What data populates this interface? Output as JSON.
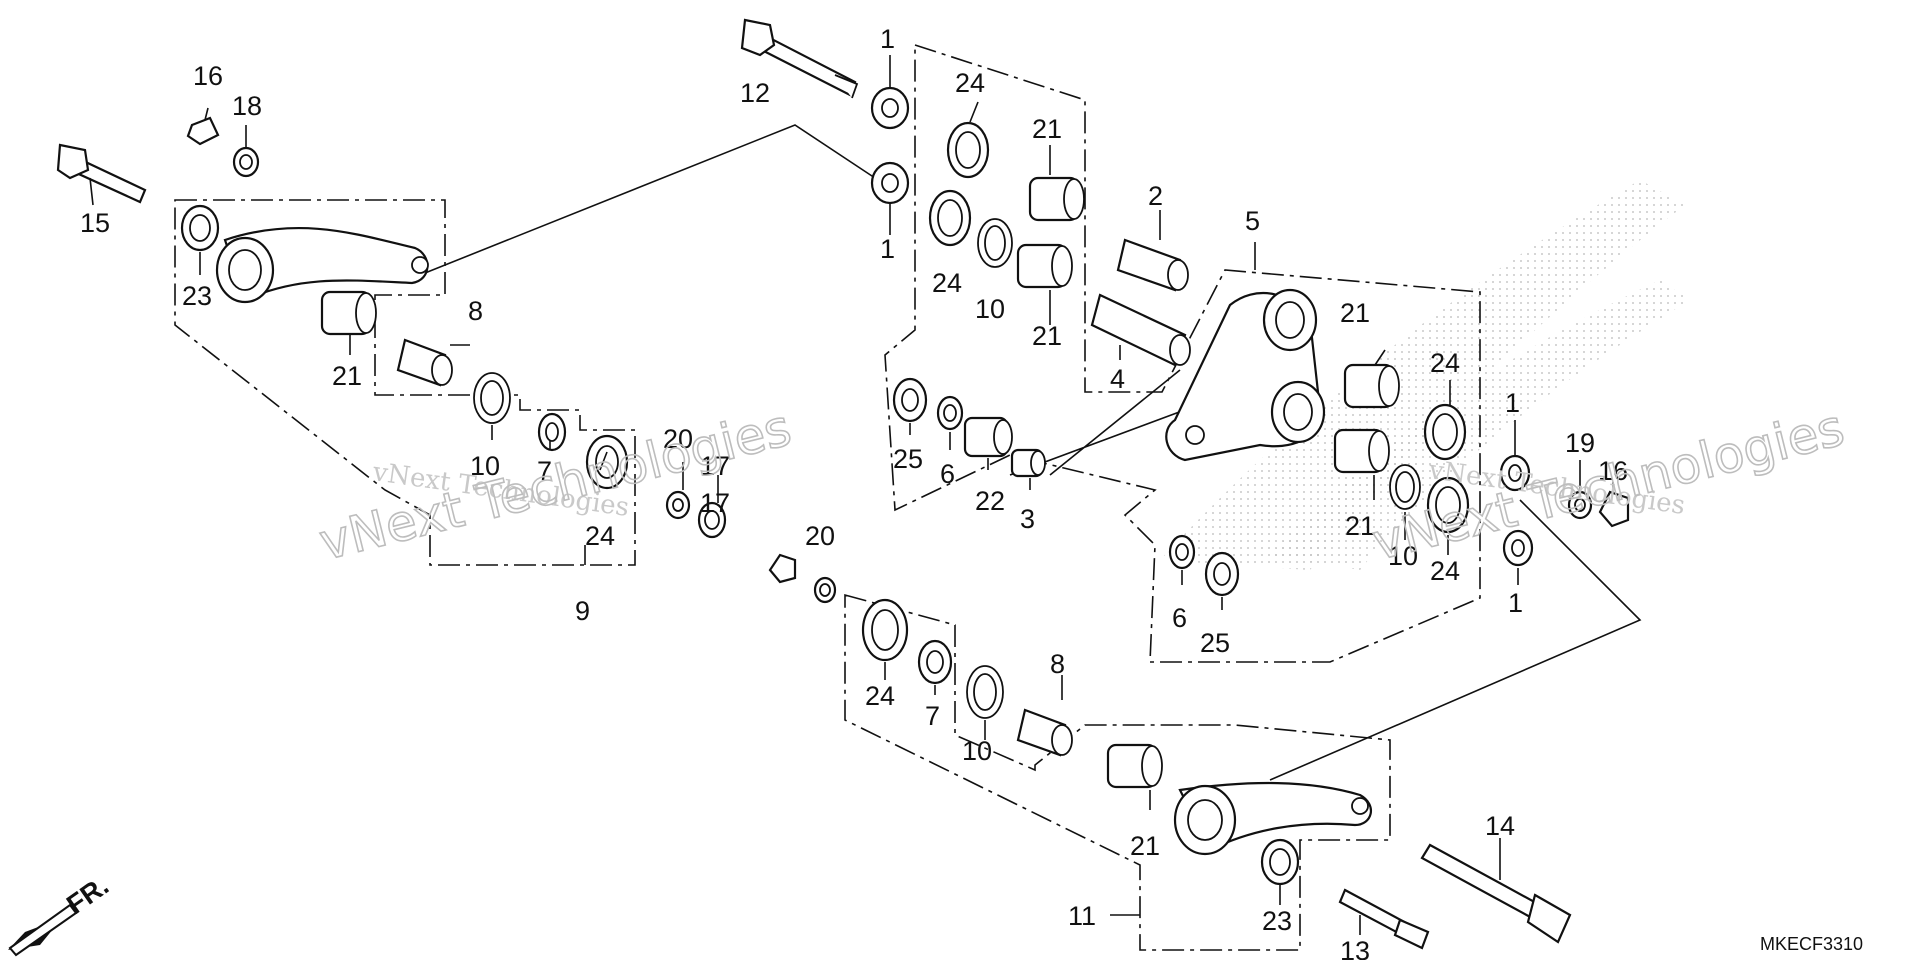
{
  "diagram": {
    "code": "MKECF3310",
    "front_label": "FR.",
    "watermark": "vNext Technologies",
    "callouts": [
      {
        "id": "c1a",
        "text": "1"
      },
      {
        "id": "c1b",
        "text": "1"
      },
      {
        "id": "c1c",
        "text": "1"
      },
      {
        "id": "c1d",
        "text": "1"
      },
      {
        "id": "c2",
        "text": "2"
      },
      {
        "id": "c3",
        "text": "3"
      },
      {
        "id": "c4",
        "text": "4"
      },
      {
        "id": "c5",
        "text": "5"
      },
      {
        "id": "c6a",
        "text": "6"
      },
      {
        "id": "c6b",
        "text": "6"
      },
      {
        "id": "c7a",
        "text": "7"
      },
      {
        "id": "c7b",
        "text": "7"
      },
      {
        "id": "c8a",
        "text": "8"
      },
      {
        "id": "c8b",
        "text": "8"
      },
      {
        "id": "c9",
        "text": "9"
      },
      {
        "id": "c10a",
        "text": "10"
      },
      {
        "id": "c10b",
        "text": "10"
      },
      {
        "id": "c10c",
        "text": "10"
      },
      {
        "id": "c10d",
        "text": "10"
      },
      {
        "id": "c11",
        "text": "11"
      },
      {
        "id": "c12",
        "text": "12"
      },
      {
        "id": "c13",
        "text": "13"
      },
      {
        "id": "c14",
        "text": "14"
      },
      {
        "id": "c15",
        "text": "15"
      },
      {
        "id": "c16a",
        "text": "16"
      },
      {
        "id": "c16b",
        "text": "16"
      },
      {
        "id": "c17a",
        "text": "17"
      },
      {
        "id": "c17b",
        "text": "17"
      },
      {
        "id": "c18",
        "text": "18"
      },
      {
        "id": "c19",
        "text": "19"
      },
      {
        "id": "c20a",
        "text": "20"
      },
      {
        "id": "c20b",
        "text": "20"
      },
      {
        "id": "c21a",
        "text": "21"
      },
      {
        "id": "c21b",
        "text": "21"
      },
      {
        "id": "c21c",
        "text": "21"
      },
      {
        "id": "c21d",
        "text": "21"
      },
      {
        "id": "c21e",
        "text": "21"
      },
      {
        "id": "c21f",
        "text": "21"
      },
      {
        "id": "c22",
        "text": "22"
      },
      {
        "id": "c23a",
        "text": "23"
      },
      {
        "id": "c23b",
        "text": "23"
      },
      {
        "id": "c24a",
        "text": "24"
      },
      {
        "id": "c24b",
        "text": "24"
      },
      {
        "id": "c24c",
        "text": "24"
      },
      {
        "id": "c24d",
        "text": "24"
      },
      {
        "id": "c24e",
        "text": "24"
      },
      {
        "id": "c24f",
        "text": "24"
      },
      {
        "id": "c25a",
        "text": "25"
      },
      {
        "id": "c25b",
        "text": "25"
      }
    ]
  }
}
